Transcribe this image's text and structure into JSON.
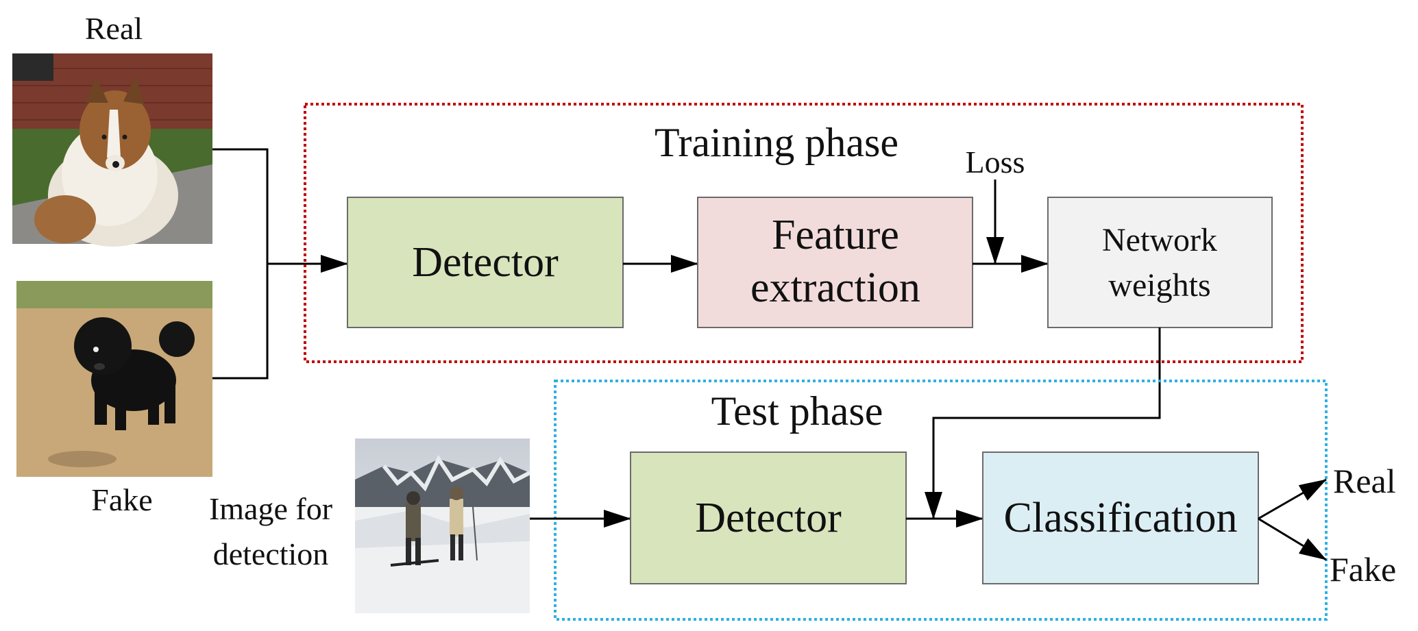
{
  "input_labels": {
    "real": "Real",
    "fake": "Fake"
  },
  "training": {
    "title": "Training phase",
    "color": "#c00000",
    "detector": "Detector",
    "feature_line1": "Feature",
    "feature_line2": "extraction",
    "loss": "Loss",
    "weights_line1": "Network",
    "weights_line2": "weights"
  },
  "test": {
    "title": "Test phase",
    "color": "#2eb0e0",
    "input_line1": "Image for",
    "input_line2": "detection",
    "detector": "Detector",
    "classification": "Classification"
  },
  "outputs": {
    "real": "Real",
    "fake": "Fake"
  },
  "colors": {
    "detector_fill": "#d8e4bc",
    "feature_fill": "#f2dcdb",
    "weights_fill": "#f2f2f2",
    "classification_fill": "#dbeef4",
    "stroke": "#000000"
  }
}
